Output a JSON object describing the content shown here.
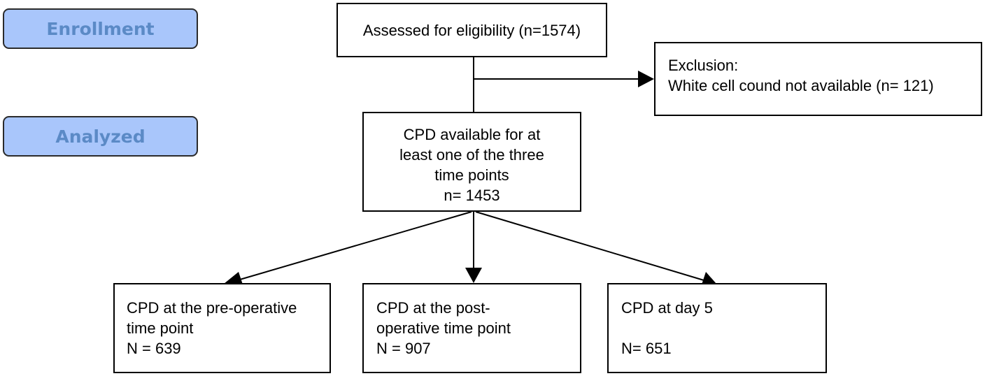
{
  "stages": {
    "enrollment": "Enrollment",
    "analyzed": "Analyzed"
  },
  "boxes": {
    "assessed": "Assessed for eligibility (n=1574)",
    "exclusion": {
      "title": "Exclusion:",
      "reason": "White cell cound not available (n= 121)"
    },
    "available": {
      "line1": "CPD available for at",
      "line2": "least one of the three",
      "line3": "time points",
      "line4": "n= 1453"
    },
    "preop": {
      "line1": "CPD at the pre-operative",
      "line2": "time point",
      "count": "N = 639"
    },
    "postop": {
      "line1": "CPD at the post-",
      "line2": "operative time point",
      "count": "N = 907"
    },
    "day5": {
      "line1": "CPD at day 5",
      "count": "N= 651"
    }
  },
  "colors": {
    "stage_fill": "#a9c6fb",
    "stage_text": "#5b8ac6",
    "line": "#000000"
  }
}
